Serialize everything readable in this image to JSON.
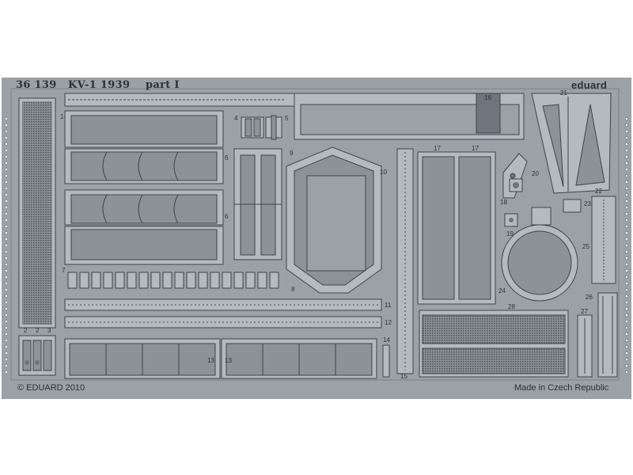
{
  "header": {
    "code": "36 139",
    "title": "KV-1 1939",
    "part": "part I",
    "brand": "eduard"
  },
  "footer": {
    "copyright": "© EDUARD 2010",
    "origin": "Made in Czech Republic"
  },
  "part_numbers": [
    "1",
    "2",
    "2",
    "3",
    "4",
    "5",
    "6",
    "6",
    "7",
    "8",
    "9",
    "10",
    "11",
    "12",
    "13",
    "13",
    "14",
    "15",
    "16",
    "17",
    "17",
    "18",
    "19",
    "20",
    "21",
    "22",
    "23",
    "24",
    "25",
    "26",
    "27",
    "28"
  ],
  "colors": {
    "metal": "#9aa1a7",
    "metal_light": "#b4bac0",
    "metal_dark": "#6e757c",
    "outline": "#3d444b",
    "panel": "#8b9298",
    "mesh": "#5d646b"
  }
}
